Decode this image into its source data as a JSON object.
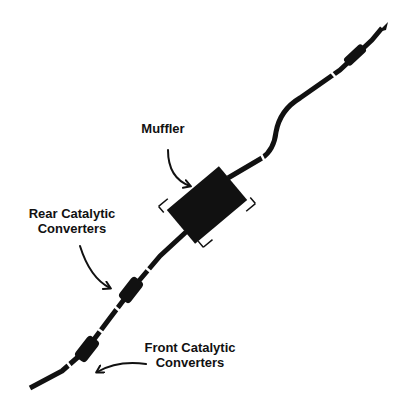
{
  "diagram": {
    "labels": [
      "Muffler",
      "Rear Catalytic Converters",
      "Front Catalytic Converters"
    ]
  }
}
